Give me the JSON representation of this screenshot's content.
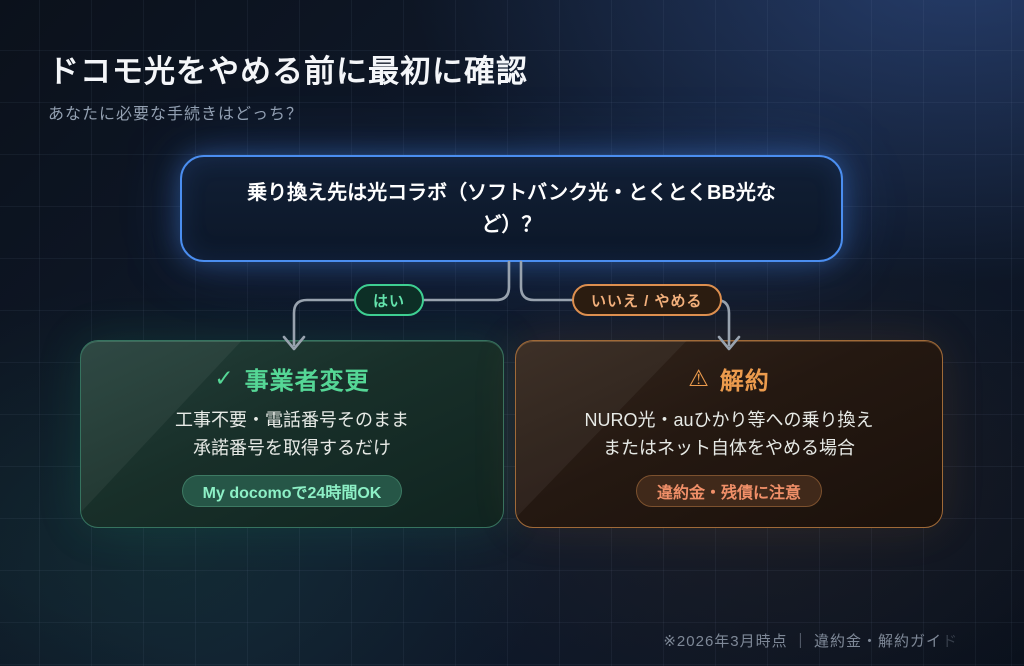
{
  "page": {
    "title": "ドコモ光をやめる前に最初に確認",
    "subtitle": "あなたに必要な手続きはどっち？"
  },
  "question": {
    "text": "乗り換え先は光コラボ（ソフトバンク光・とくとくBB光など）？"
  },
  "branches": {
    "yes_label": "はい",
    "no_label": "いいえ / やめる"
  },
  "cards": {
    "change": {
      "icon": "✓",
      "title": "事業者変更",
      "line1": "工事不要・電話番号そのまま",
      "line2": "承諾番号を取得するだけ",
      "badge": "My docomoで24時間OK"
    },
    "cancel": {
      "icon": "⚠",
      "title": "解約",
      "line1": "NURO光・auひかり等への乗り換え",
      "line2": "またはネット自体をやめる場合",
      "badge": "違約金・残債に注意"
    }
  },
  "footer": {
    "note": "※2026年3月時点 ｜ 違約金・解約ガイ",
    "faded_char": "ド"
  },
  "colors": {
    "accent_blue": "#4b8ef0",
    "accent_green": "#55d796",
    "accent_orange": "#ec9b4d",
    "badge_warning_text": "#f08f68",
    "connector_gray": "#98a2ae"
  }
}
